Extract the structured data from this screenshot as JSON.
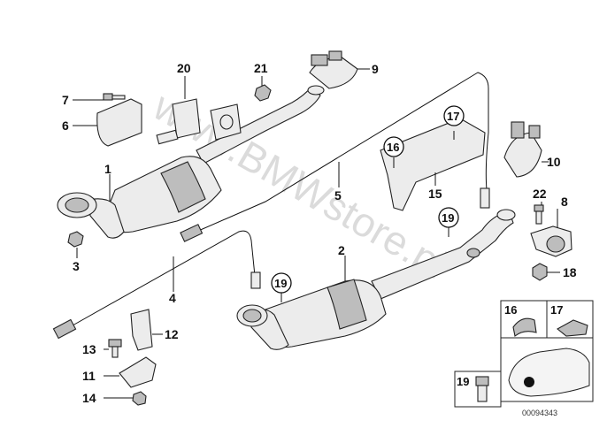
{
  "callouts": {
    "c1": "1",
    "c2": "2",
    "c3": "3",
    "c4": "4",
    "c5": "5",
    "c6": "6",
    "c7": "7",
    "c8": "8",
    "c9": "9",
    "c10": "10",
    "c11": "11",
    "c12": "12",
    "c13": "13",
    "c14": "14",
    "c15": "15",
    "c16": "16",
    "c17": "17",
    "c18": "18",
    "c19": "19",
    "c20": "20",
    "c21": "21",
    "c22": "22"
  },
  "circled_refs": {
    "r16": "16",
    "r17": "17",
    "r19a": "19",
    "r19b": "19"
  },
  "inset": {
    "i16": "16",
    "i17": "17",
    "i19": "19"
  },
  "watermark": "www.BMWstore.pl",
  "reference_number": "00094343"
}
